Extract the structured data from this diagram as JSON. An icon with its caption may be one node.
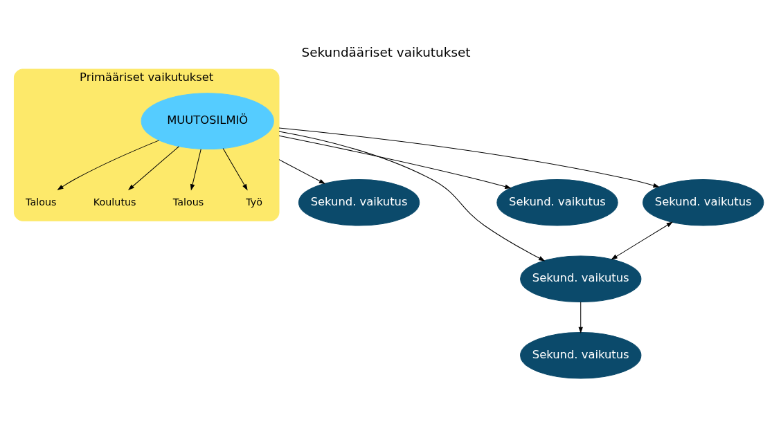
{
  "diagram": {
    "title": "Sekundääriset vaikutukset",
    "nodes": [
      {
        "text": [
          "Primääriset vaikutukset"
        ]
      },
      {
        "text": [
          "MUUTOSILMIÖ"
        ],
        "in": 0
      },
      {
        "text": [
          "Talous"
        ],
        "in": 0
      },
      {
        "text": [
          "Koulutus"
        ],
        "in": 0
      },
      {
        "text": [
          "Talous"
        ],
        "in": 0
      },
      {
        "text": [
          "Työ"
        ],
        "in": 0
      },
      {
        "text": [
          "Sekund. vaikutus"
        ]
      },
      {
        "text": [
          "Sekund. vaikutus"
        ]
      },
      {
        "text": [
          "Sekund. vaikutus"
        ]
      },
      {
        "text": [
          "Sekund. vaikutus"
        ]
      },
      {
        "text": [
          "Sekund. vaikutus"
        ]
      }
    ],
    "edges": [
      {
        "from": 1,
        "to": 2,
        "arrow": "to"
      },
      {
        "from": 1,
        "to": 3,
        "arrow": "to"
      },
      {
        "from": 1,
        "to": 4,
        "arrow": "to"
      },
      {
        "from": 1,
        "to": 5,
        "arrow": "to"
      },
      {
        "from": 0,
        "to": 6,
        "arrow": "to"
      },
      {
        "from": 0,
        "to": 9,
        "arrow": "to"
      },
      {
        "from": 0,
        "to": 10,
        "arrow": "to"
      },
      {
        "from": 0,
        "to": 8,
        "arrow": "to"
      },
      {
        "from": 8,
        "to": 7,
        "arrow": "to"
      },
      {
        "from": 10,
        "to": 8,
        "arrow": "both"
      }
    ]
  }
}
